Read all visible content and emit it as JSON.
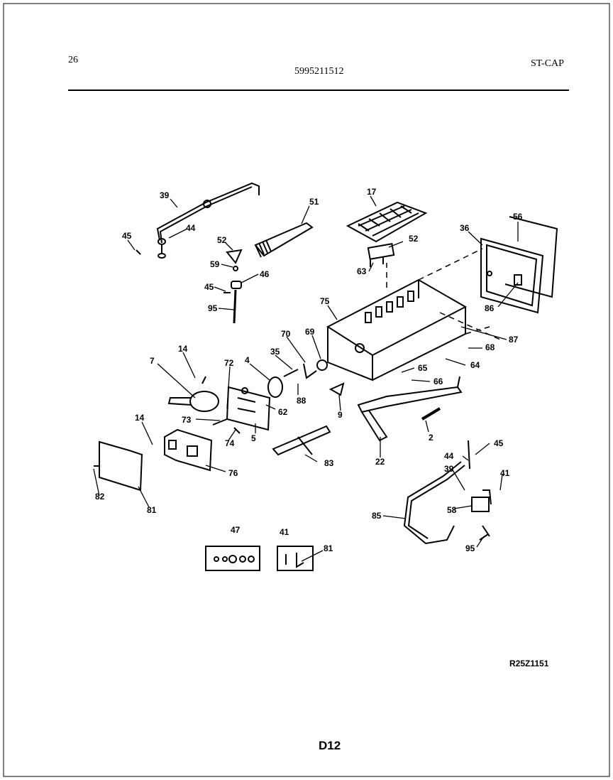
{
  "header": {
    "page_number": "26",
    "part_number": "5995211512",
    "model": "ST-CAP"
  },
  "footer": {
    "drawing_code": "R25Z1151",
    "page_code": "D12"
  },
  "callouts": {
    "c39": "39",
    "c44": "44",
    "c45a": "45",
    "c51a": "51",
    "c52a": "52",
    "c59": "59",
    "c46": "46",
    "c45b": "45",
    "c95a": "95",
    "c17": "17",
    "c52b": "52",
    "c63": "63",
    "c36": "36",
    "c56": "56",
    "c86": "86",
    "c75": "75",
    "c87": "87",
    "c70": "70",
    "c69": "69",
    "c68": "68",
    "c64": "64",
    "c65": "65",
    "c66": "66",
    "c14a": "14",
    "c7": "7",
    "c72": "72",
    "c4": "4",
    "c35": "35",
    "c88": "88",
    "c62": "62",
    "c9": "9",
    "c73": "73",
    "c74": "74",
    "c5": "5",
    "c14b": "14",
    "c76": "76",
    "c83": "83",
    "c2": "2",
    "c22": "22",
    "c82": "82",
    "c81a": "81",
    "c44b": "44",
    "c45c": "45",
    "c39b": "39",
    "c41a": "41",
    "c58": "58",
    "c85": "85",
    "c95b": "95",
    "c47": "47",
    "c41b": "41",
    "c81b": "81"
  }
}
